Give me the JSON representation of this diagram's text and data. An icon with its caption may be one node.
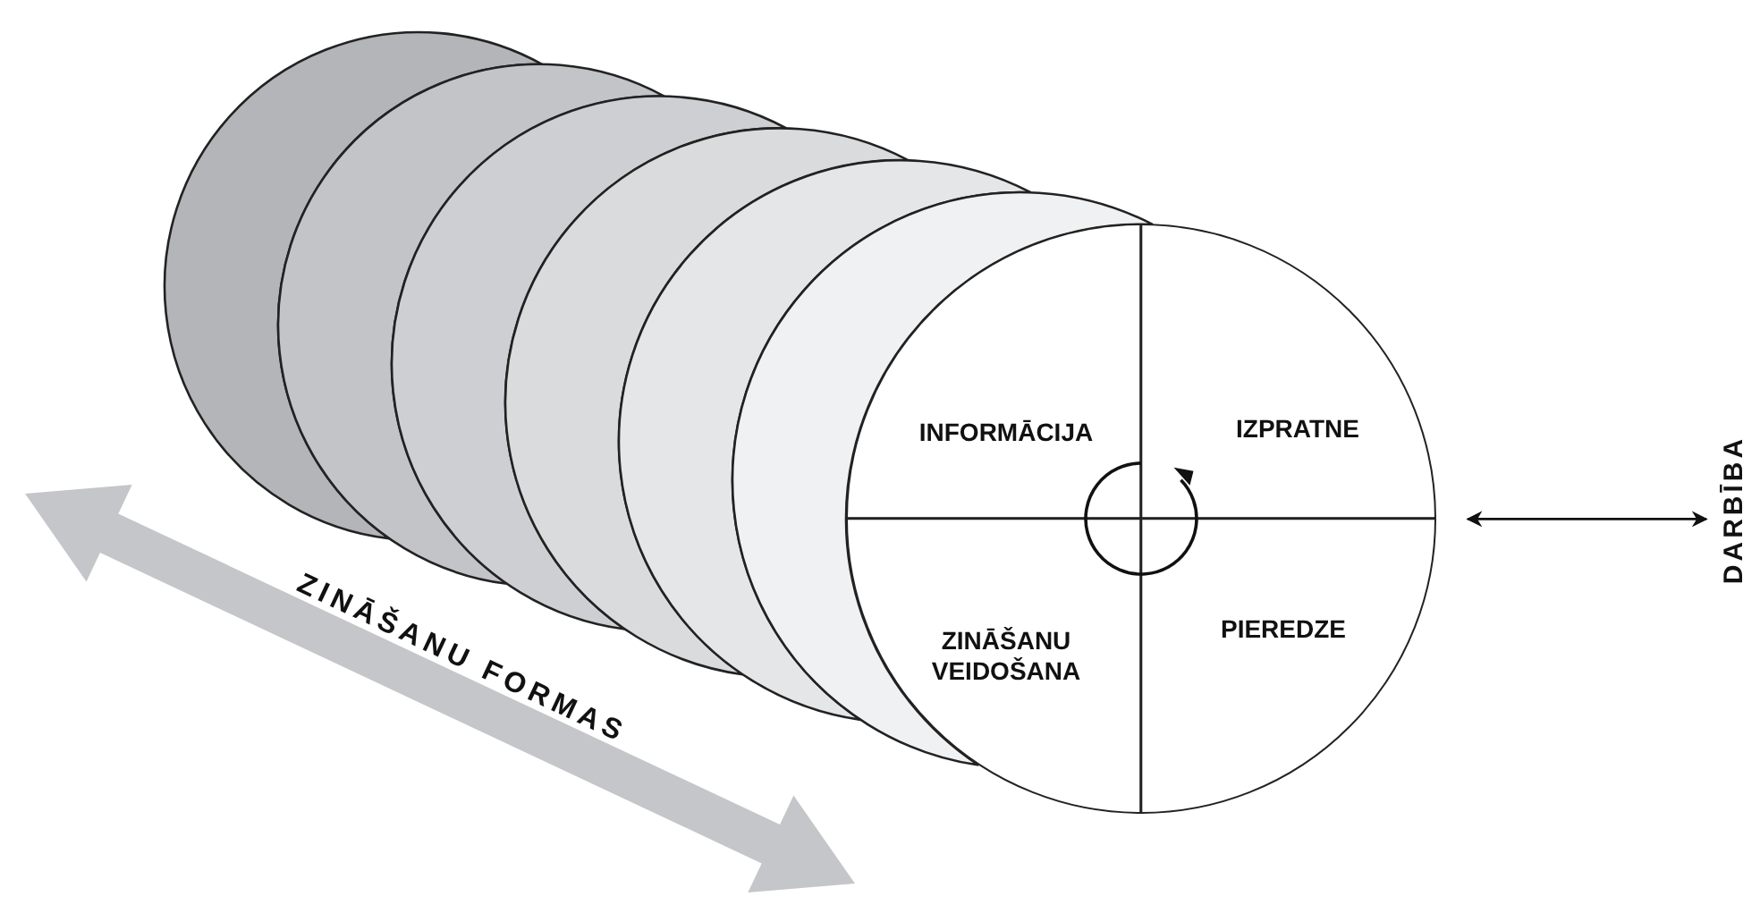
{
  "diagram": {
    "nodes": [
      {
        "text": [],
        "shape": "circle"
      },
      {
        "text": [],
        "shape": "circle"
      },
      {
        "text": [],
        "shape": "circle"
      },
      {
        "text": [],
        "shape": "circle"
      },
      {
        "text": [],
        "shape": "circle"
      },
      {
        "text": [],
        "shape": "circle"
      },
      {
        "text": [],
        "shape": "circle"
      },
      {
        "text": [
          "INFORMĀCIJA"
        ],
        "in": 6
      },
      {
        "text": [
          "IZPRATNE"
        ],
        "in": 6
      },
      {
        "text": [
          "ZINĀŠANU VEIDOŠANA"
        ],
        "in": 6
      },
      {
        "text": [
          "PIEREDZE"
        ],
        "in": 6
      },
      {
        "text": [
          "DARBĪBA"
        ]
      }
    ],
    "edges": [
      {
        "from": 6,
        "to": 11,
        "arrow": "both"
      }
    ],
    "labels": [
      "ZINĀŠANU FORMAS"
    ]
  }
}
